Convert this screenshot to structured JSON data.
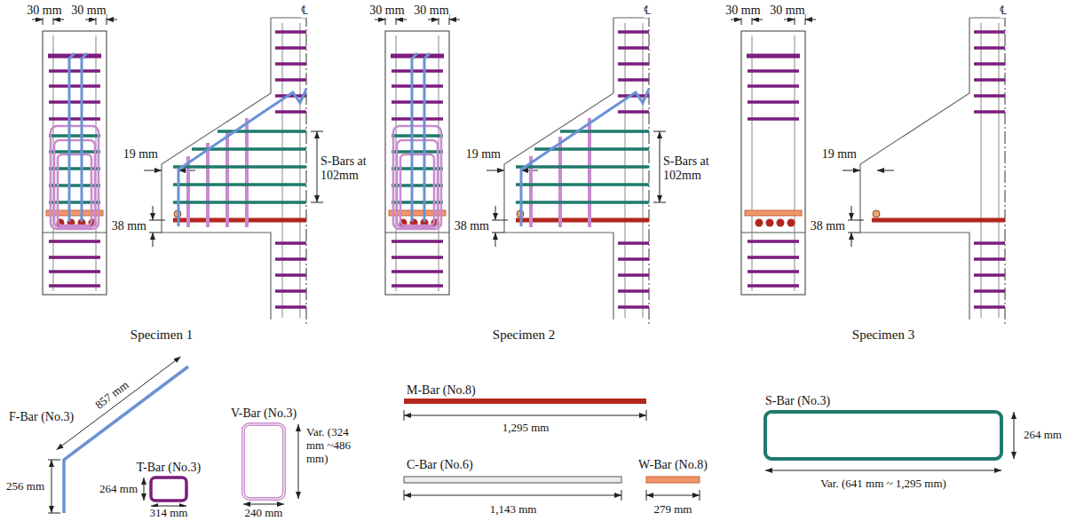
{
  "diagram": {
    "labels": [
      "30 mm",
      "30 mm",
      "℄",
      "19 mm",
      "S-Bars at 102mm",
      "38 mm",
      "Specimen 1",
      "30 mm",
      "30 mm",
      "℄",
      "19 mm",
      "S-Bars at 102mm",
      "38 mm",
      "Specimen 2",
      "30 mm",
      "30 mm",
      "℄",
      "19 mm",
      "38 mm",
      "Specimen 3",
      "F-Bar (No.3)",
      "857 mm",
      "256 mm",
      "T-Bar (No.3)",
      "264 mm",
      "314 mm",
      "V-Bar (No.3)",
      "Var. (324 mm ~486 mm)",
      "240 mm",
      "M-Bar (No.8)",
      "1,295 mm",
      "C-Bar (No.6)",
      "1,143 mm",
      "W-Bar (No.8)",
      "279 mm",
      "S-Bar (No.3)",
      "264 mm",
      "Var. (641 mm ~ 1,295 mm)"
    ]
  }
}
